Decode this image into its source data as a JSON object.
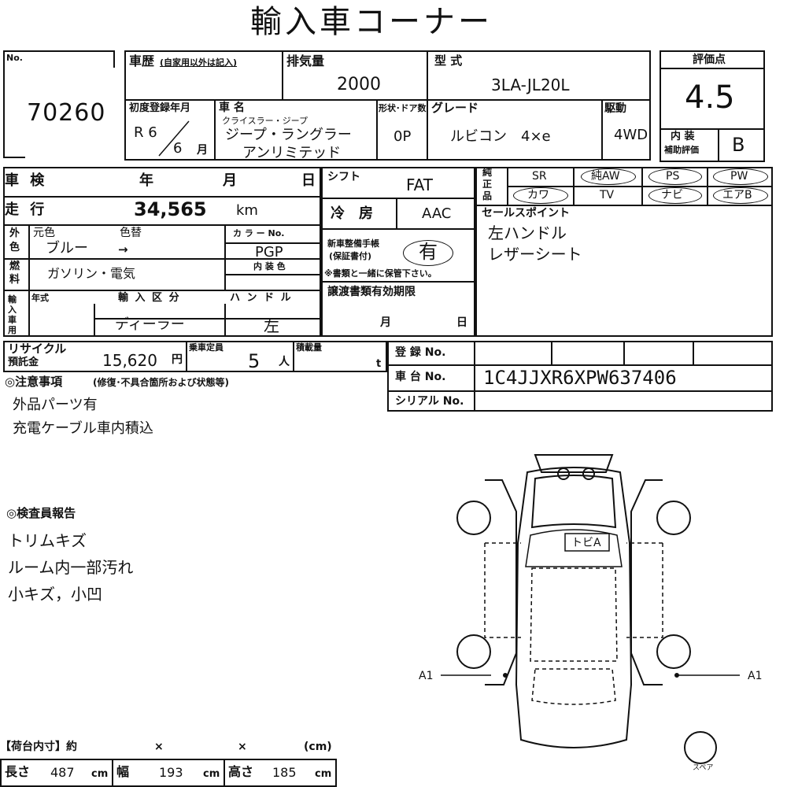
{
  "title": "輸入車コーナー",
  "lot": {
    "label": "No.",
    "number": "70260"
  },
  "history": {
    "label": "車歴",
    "note": "(自家用以外は記入)"
  },
  "displacement": {
    "label": "排気量",
    "value": "2000"
  },
  "model_type": {
    "label": "型 式",
    "value": "3LA-JL20L"
  },
  "rating": {
    "label": "評価点",
    "score": "4.5",
    "interior_label_1": "内 装",
    "interior_label_2": "補助評価",
    "interior_value": "B"
  },
  "first_registration": {
    "label": "初度登録年月",
    "year": "R 6",
    "month": "6",
    "month_unit": "月"
  },
  "car_name": {
    "label": "車 名",
    "maker": "クライスラー・ジープ",
    "line1": "ジープ・ラングラー",
    "line2": "アンリミテッド"
  },
  "doors": {
    "label": "形状･ドア数",
    "value": "0P"
  },
  "grade": {
    "label": "グレード",
    "value": "ルビコン　4×e"
  },
  "drive": {
    "label": "駆動",
    "value": "4WD"
  },
  "shaken": {
    "label": "車 検",
    "year": "年",
    "month": "月",
    "day": "日"
  },
  "shift": {
    "label": "シフト",
    "value": "FAT"
  },
  "equipment": {
    "label1": "純",
    "label2": "正",
    "label3": "品",
    "row1": [
      "SR",
      "純AW",
      "PS",
      "PW"
    ],
    "row2": [
      "カワ",
      "TV",
      "ナビ",
      "エアB"
    ]
  },
  "mileage": {
    "label": "走 行",
    "value": "34,565",
    "unit": "km"
  },
  "aircon": {
    "label": "冷　房",
    "value": "AAC"
  },
  "selling_points": {
    "label": "セールスポイント",
    "items": [
      "左ハンドル",
      "レザーシート"
    ]
  },
  "exterior_color": {
    "label1": "外",
    "label2": "色",
    "original_label": "元色",
    "original": "ブルー",
    "repaint_label": "色替",
    "arrow": "→",
    "code_label": "カ ラ ー No.",
    "code": "PGP"
  },
  "maintenance": {
    "label1": "新車整備手帳",
    "label2": "(保証書付)",
    "value": "有",
    "note": "※書類と一緒に保管下さい。"
  },
  "fuel": {
    "label1": "燃",
    "label2": "料",
    "value": "ガソリン・電気",
    "interior_color_label": "内 装 色"
  },
  "import": {
    "label": "輸入車用",
    "year_label": "年式",
    "type_label": "輸 入 区 分",
    "type": "ディーラー",
    "handle_label": "ハ ン ド ル",
    "handle": "左"
  },
  "transfer_docs": {
    "label": "譲渡書類有効期限",
    "month": "月",
    "day": "日"
  },
  "recycle": {
    "label1": "リサイクル",
    "label2": "預託金",
    "value": "15,620",
    "unit": "円"
  },
  "capacity": {
    "label": "乗車定員",
    "value": "5",
    "unit": "人"
  },
  "load": {
    "label": "積載量",
    "unit": "t"
  },
  "registration_no": {
    "label": "登 録 No."
  },
  "chassis_no": {
    "label": "車 台 No.",
    "value": "1C4JJXR6XPW637406"
  },
  "serial_no": {
    "label": "シリアル No."
  },
  "notes": {
    "label": "◎注意事項",
    "sub": "(修復･不具合箇所および状態等)",
    "items": [
      "外品パーツ有",
      "充電ケーブル車内積込"
    ]
  },
  "inspector": {
    "label": "◎検査員報告",
    "items": [
      "トリムキズ",
      "ルーム内一部汚れ",
      "小キズ，小凹"
    ]
  },
  "diagram": {
    "roof_mark": "トビA",
    "left_mark": "A1",
    "right_mark": "A1",
    "spare_label": "スペア"
  },
  "cargo": {
    "label": "【荷台内寸】約",
    "x1": "×",
    "x2": "×",
    "unit_paren": "(cm)",
    "length_label": "長さ",
    "length": "487",
    "width_label": "幅",
    "width": "193",
    "height_label": "高さ",
    "height": "185",
    "unit": "cm"
  }
}
